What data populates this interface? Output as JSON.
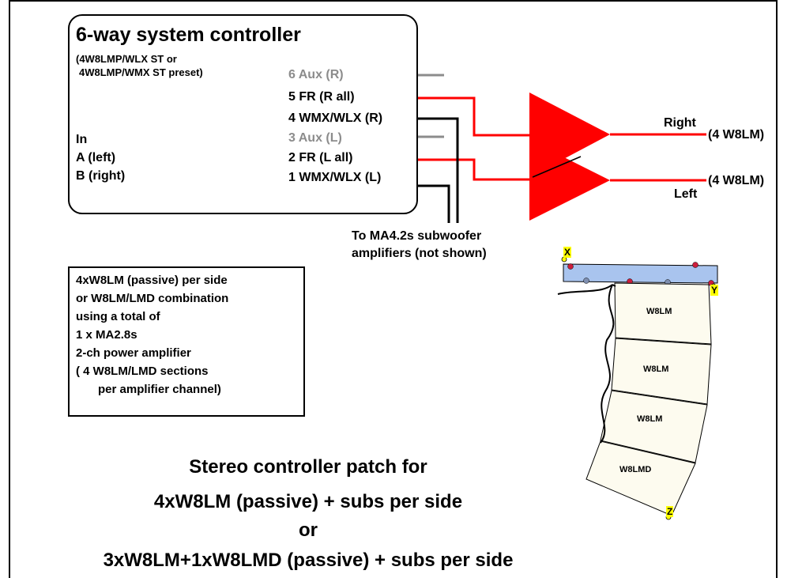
{
  "controller": {
    "title": "6-way system controller",
    "preset_line1": "(4W8LMP/WLX ST or",
    "preset_line2": "4W8LMP/WMX ST preset)",
    "inputs": [
      "In",
      "A (left)",
      "B (right)"
    ],
    "outputs": [
      "6 Aux (R)",
      "5 FR (R all)",
      "4 WMX/WLX (R)",
      "3 Aux (L)",
      "2 FR (L all)",
      "1 WMX/WLX (L)"
    ]
  },
  "amp": {
    "right_label": "Right",
    "right_dest": "(4 W8LM)",
    "left_label": "Left",
    "left_dest": "(4 W8LM)"
  },
  "sub_note": {
    "line1": "To MA4.2s subwoofer",
    "line2": "amplifiers (not shown)"
  },
  "note": {
    "lines": [
      "4xW8LM (passive) per side",
      "or W8LM/LMD combination",
      "using a total of",
      "1 x MA2.8s",
      "2-ch power amplifier",
      "( 4 W8LM/LMD sections",
      "per amplifier channel)"
    ]
  },
  "array": {
    "cabinets": [
      "W8LM",
      "W8LM",
      "W8LM",
      "W8LMD"
    ],
    "markers": [
      "X",
      "Y",
      "Z"
    ]
  },
  "caption": {
    "line1": "Stereo controller patch for",
    "line2": "4xW8LM (passive) + subs per side",
    "line3": "or",
    "line4": "3xW8LM+1xW8LMD (passive) + subs per side"
  },
  "colors": {
    "signal_red": "#ff0000",
    "aux_gray": "#8c8c8c",
    "frame_blue": "#a9c4ee",
    "marker_yellow": "#ffff00",
    "cabinet_fill": "#fdfbef"
  }
}
